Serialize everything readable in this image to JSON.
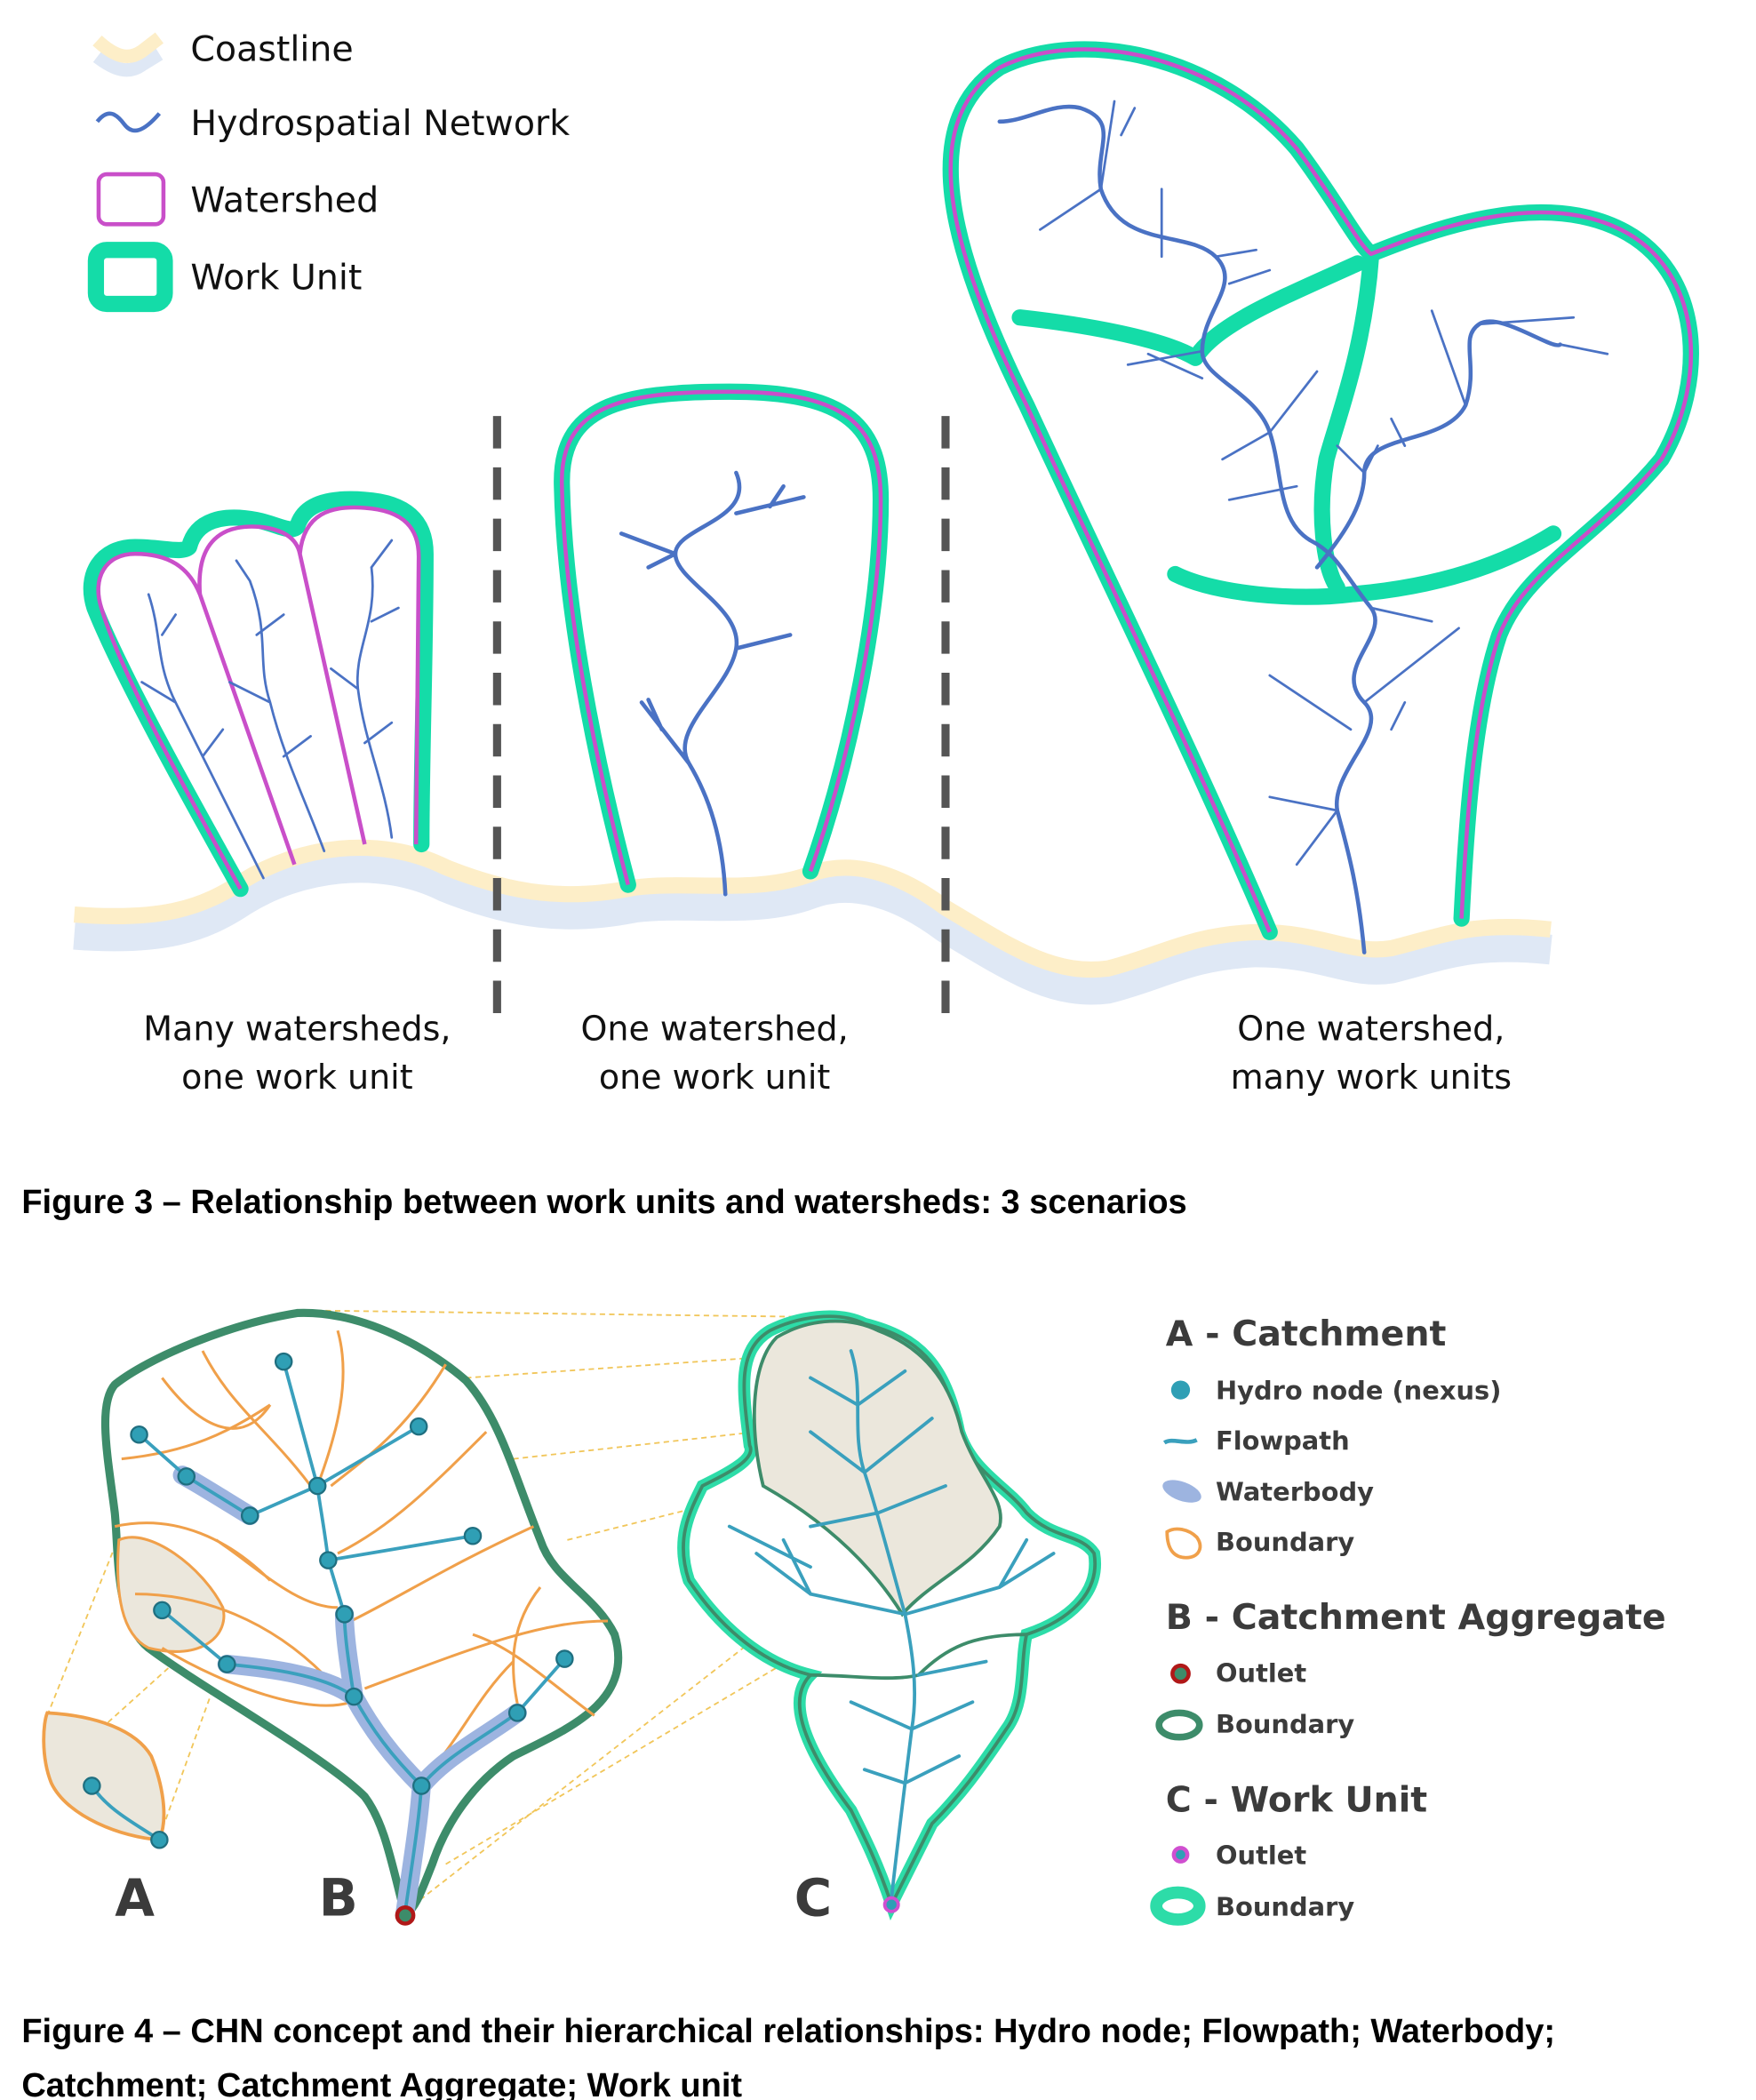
{
  "figure3": {
    "legend": {
      "items": [
        {
          "label": "Coastline",
          "icon": "coastline-icon"
        },
        {
          "label": "Hydrospatial Network",
          "icon": "network-icon"
        },
        {
          "label": "Watershed",
          "icon": "watershed-icon"
        },
        {
          "label": "Work Unit",
          "icon": "work-unit-icon"
        }
      ]
    },
    "scenarios": [
      {
        "line1": "Many watersheds,",
        "line2": "one work unit"
      },
      {
        "line1": "One watershed,",
        "line2": "one work unit"
      },
      {
        "line1": "One watershed,",
        "line2": "many work units"
      }
    ],
    "caption": "Figure 3 – Relationship between work units and watersheds: 3 scenarios",
    "colors": {
      "work_unit": "#14dca8",
      "watershed": "#c94fc9",
      "network": "#4a72c4",
      "coast_sand": "#fdeec8",
      "coast_water": "#dfe8f5"
    }
  },
  "figure4": {
    "panel_letters": [
      "A",
      "B",
      "C"
    ],
    "legend": {
      "groups": [
        {
          "title": "A - Catchment",
          "items": [
            "Hydro node (nexus)",
            "Flowpath",
            "Waterbody",
            "Boundary"
          ]
        },
        {
          "title": "B - Catchment Aggregate",
          "items": [
            "Outlet",
            "Boundary"
          ]
        },
        {
          "title": "C - Work Unit",
          "items": [
            "Outlet",
            "Boundary"
          ]
        }
      ]
    },
    "caption_line1": "Figure 4 – CHN concept and their hierarchical relationships: Hydro node; Flowpath; Waterbody;",
    "caption_line2": "Catchment; Catchment Aggregate; Work unit",
    "colors": {
      "node": "#2f9fb5",
      "flowpath": "#3aa0bd",
      "waterbody": "#9db4e0",
      "catchment_boundary": "#f0a04a",
      "aggregate_boundary": "#3d8c6a",
      "aggregate_outlet": "#b01818",
      "work_unit_outlet": "#d04fd0",
      "work_unit_boundary": "#2ddca8",
      "catchment_fill": "#ebe7dc"
    }
  }
}
